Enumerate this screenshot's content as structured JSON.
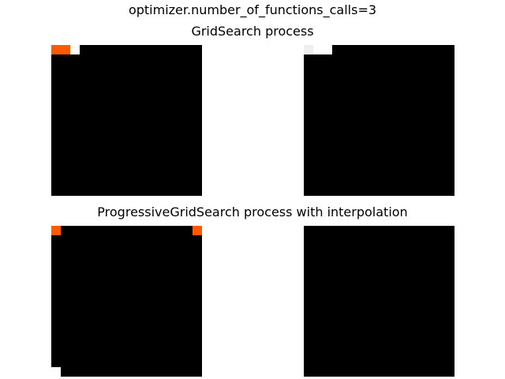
{
  "suptitle": "optimizer.number_of_functions_calls=3",
  "row_titles": {
    "top": "GridSearch process",
    "bottom": "ProgressiveGridSearch process with interpolation"
  },
  "colors": {
    "background": "#000000",
    "orange": "#ff5a00",
    "white": "#ffffff",
    "light_gray": "#efefef"
  },
  "chart_data": [
    {
      "type": "heatmap",
      "name": "gridsearch-evaluated",
      "grid": 16,
      "cells": [
        {
          "row": 0,
          "col": 0,
          "color": "#ff5a00"
        },
        {
          "row": 0,
          "col": 1,
          "color": "#ff5a00"
        },
        {
          "row": 0,
          "col": 2,
          "color": "#ffffff"
        }
      ]
    },
    {
      "type": "heatmap",
      "name": "gridsearch-interpolated",
      "grid": 16,
      "cells": [
        {
          "row": 0,
          "col": 0,
          "color": "#efefef"
        },
        {
          "row": 0,
          "col": 1,
          "color": "#ffffff"
        },
        {
          "row": 0,
          "col": 2,
          "color": "#ffffff"
        }
      ]
    },
    {
      "type": "heatmap",
      "name": "progressive-evaluated",
      "grid": 16,
      "cells": [
        {
          "row": 0,
          "col": 0,
          "color": "#ff5a00"
        },
        {
          "row": 0,
          "col": 15,
          "color": "#ff5a00"
        },
        {
          "row": 15,
          "col": 0,
          "color": "#ffffff"
        }
      ]
    },
    {
      "type": "heatmap",
      "name": "progressive-interpolated",
      "grid": 16,
      "cells": []
    }
  ]
}
